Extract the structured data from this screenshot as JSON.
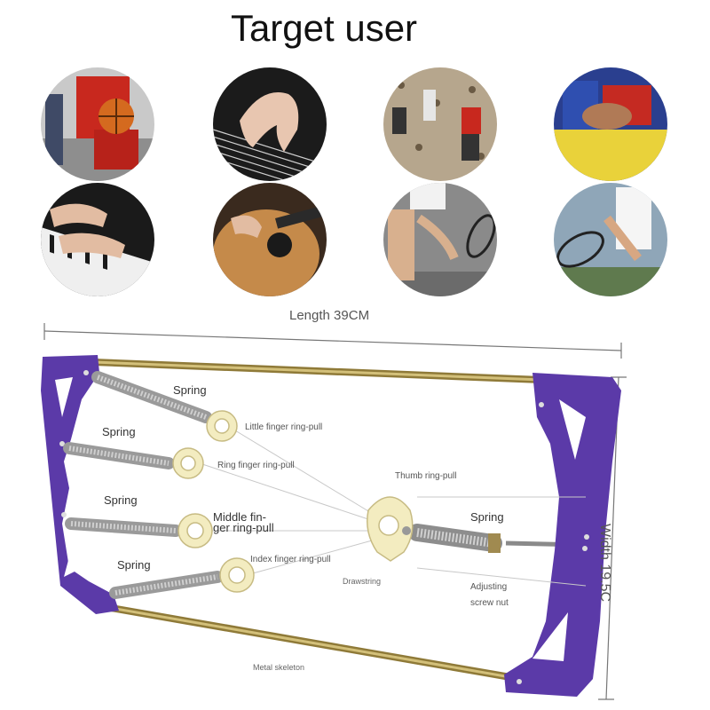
{
  "title": "Target user",
  "target_users": [
    {
      "name": "basketball-photo"
    },
    {
      "name": "guzheng-photo"
    },
    {
      "name": "rock-climbing-photo"
    },
    {
      "name": "wrestling-photo"
    },
    {
      "name": "piano-photo"
    },
    {
      "name": "guitar-photo"
    },
    {
      "name": "tennis-backhand-photo"
    },
    {
      "name": "tennis-serve-photo"
    }
  ],
  "dimensions": {
    "length": "Length 39CM",
    "width": "Width 19.5C"
  },
  "labels": {
    "spring_1": "Spring",
    "spring_2": "Spring",
    "spring_3": "Spring",
    "spring_4": "Spring",
    "spring_5": "Spring",
    "little_finger": "Little finger ring-pull",
    "ring_finger": "Ring finger ring-pull",
    "middle_line1": "Middle fin-",
    "middle_line2": "ger ring-pull",
    "index_finger": "Index finger ring-pull",
    "thumb": "Thumb ring-pull",
    "drawstring": "Drawstring",
    "adjusting_line1": "Adjusting",
    "adjusting_line2": "screw nut",
    "metal_skeleton": "Metal skeleton"
  },
  "colors": {
    "frame": "#5b3aa8",
    "rod": "#b9a35a",
    "ring": "#f3ecc0",
    "spring": "#9a9a9a"
  }
}
